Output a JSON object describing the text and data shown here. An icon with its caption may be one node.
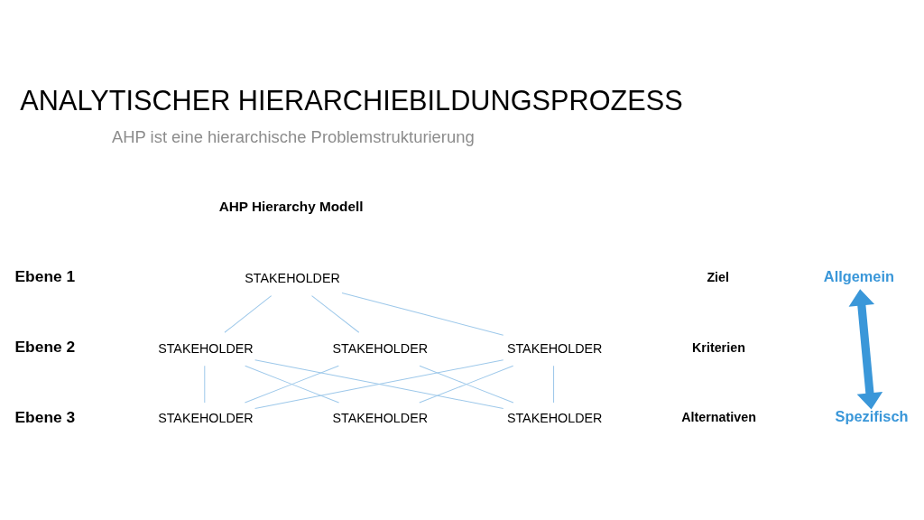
{
  "diagram": {
    "title": "ANALYTISCHER HIERARCHIEBILDUNGSPROZESS",
    "nodes": [
      {
        "text": [
          "STAKEHOLDER"
        ]
      },
      {
        "text": [
          "STAKEHOLDER"
        ]
      },
      {
        "text": [
          "STAKEHOLDER"
        ]
      },
      {
        "text": [
          "STAKEHOLDER"
        ]
      },
      {
        "text": [
          "STAKEHOLDER"
        ]
      },
      {
        "text": [
          "STAKEHOLDER"
        ]
      },
      {
        "text": [
          "STAKEHOLDER"
        ]
      },
      {
        "text": [
          "Allgemein"
        ]
      },
      {
        "text": [
          "Spezifisch"
        ]
      }
    ],
    "edges": [
      {
        "from": 0,
        "to": 1,
        "arrow": "none"
      },
      {
        "from": 0,
        "to": 2,
        "arrow": "none"
      },
      {
        "from": 0,
        "to": 3,
        "arrow": "none"
      },
      {
        "from": 1,
        "to": 4,
        "arrow": "none"
      },
      {
        "from": 1,
        "to": 5,
        "arrow": "none"
      },
      {
        "from": 1,
        "to": 6,
        "arrow": "none"
      },
      {
        "from": 2,
        "to": 4,
        "arrow": "none"
      },
      {
        "from": 2,
        "to": 6,
        "arrow": "none"
      },
      {
        "from": 3,
        "to": 4,
        "arrow": "none"
      },
      {
        "from": 3,
        "to": 5,
        "arrow": "none"
      },
      {
        "from": 3,
        "to": 6,
        "arrow": "none"
      },
      {
        "from": 7,
        "to": 8,
        "arrow": "both",
        "style": "thick",
        "color": "#3a97d9"
      }
    ],
    "labels": [
      "AHP ist eine hierarchische Problemstrukturierung",
      "AHP Hierarchy Modell",
      "Ebene 1",
      "Ziel",
      "Ebene 2",
      "Kriterien",
      "Ebene 3",
      "Alternativen"
    ]
  }
}
